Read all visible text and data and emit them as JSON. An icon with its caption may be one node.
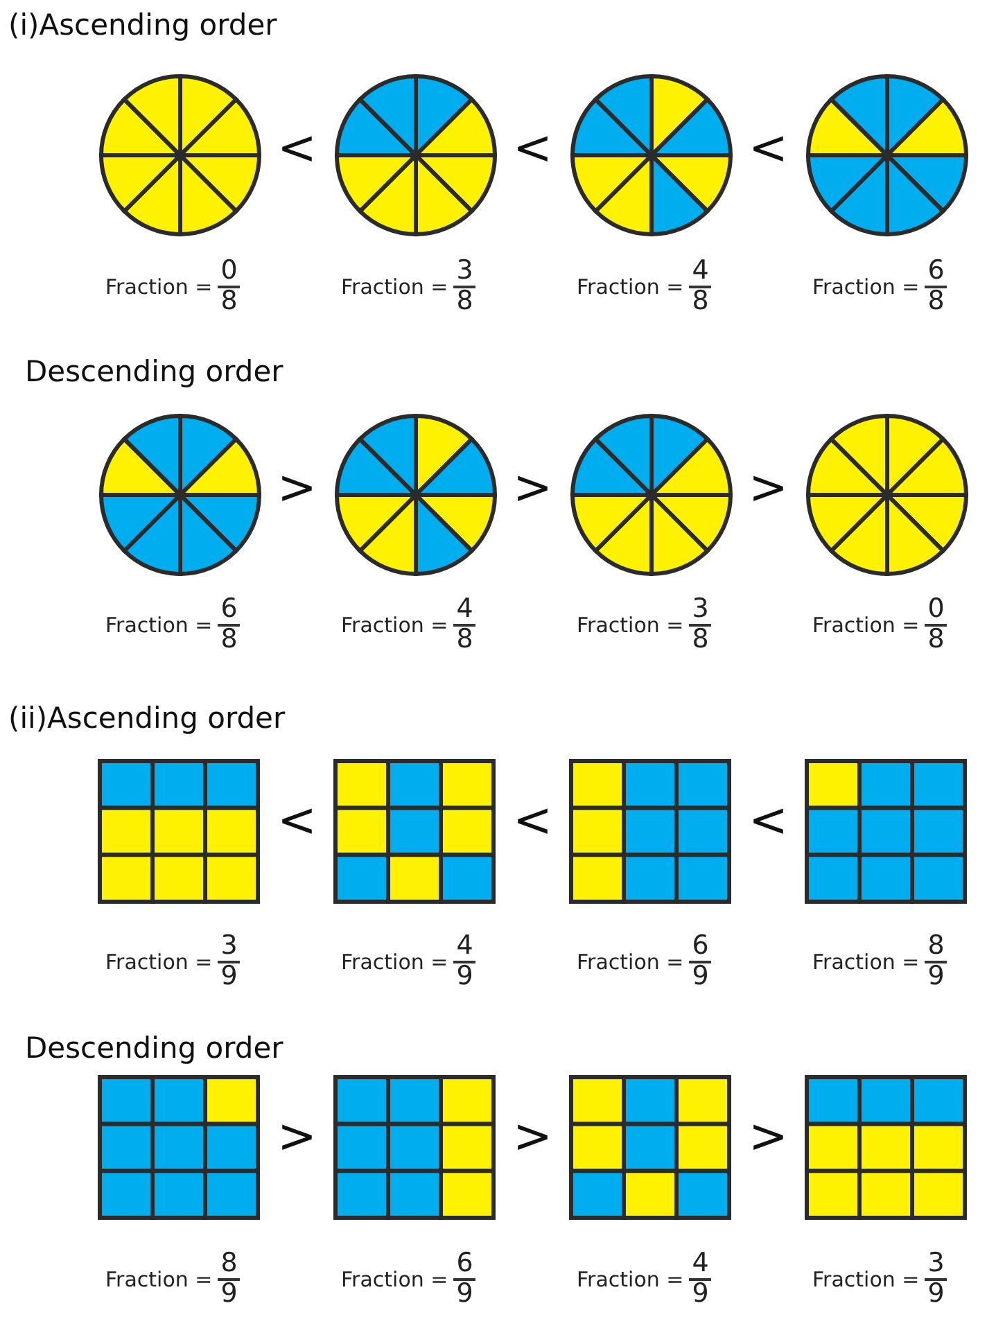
{
  "diagram": {
    "nodes": [
      {
        "text": [],
        "shape": "circle",
        "beside": [
          "Fraction =",
          "0",
          "8"
        ]
      },
      {
        "text": [],
        "shape": "circle",
        "beside": [
          "Fraction =",
          "3",
          "8"
        ]
      },
      {
        "text": [],
        "shape": "circle",
        "beside": [
          "Fraction =",
          "4",
          "8"
        ]
      },
      {
        "text": [],
        "shape": "circle",
        "beside": [
          "Fraction =",
          "6",
          "8"
        ]
      },
      {
        "text": [],
        "shape": "circle",
        "beside": [
          "Fraction =",
          "6",
          "8"
        ]
      },
      {
        "text": [],
        "shape": "circle",
        "beside": [
          "Fraction =",
          "4",
          "8"
        ]
      },
      {
        "text": [],
        "shape": "circle",
        "beside": [
          "Fraction =",
          "3",
          "8"
        ]
      },
      {
        "text": [],
        "shape": "circle",
        "beside": [
          "Fraction =",
          "0",
          "8"
        ]
      },
      {
        "text": [],
        "shape": "box",
        "beside": [
          "Fraction =",
          "3",
          "9"
        ]
      },
      {
        "text": [],
        "shape": "box",
        "beside": [
          "Fraction =",
          "4",
          "9"
        ]
      },
      {
        "text": [],
        "shape": "box",
        "beside": [
          "Fraction =",
          "6",
          "9"
        ]
      },
      {
        "text": [],
        "shape": "box",
        "beside": [
          "Fraction =",
          "8",
          "9"
        ]
      },
      {
        "text": [],
        "shape": "box",
        "beside": [
          "Fraction =",
          "8",
          "9"
        ]
      },
      {
        "text": [],
        "shape": "box",
        "beside": [
          "Fraction =",
          "6",
          "9"
        ]
      },
      {
        "text": [],
        "shape": "box",
        "beside": [
          "Fraction =",
          "4",
          "9"
        ]
      },
      {
        "text": [],
        "shape": "box",
        "beside": [
          "Fraction =",
          "3",
          "9"
        ]
      }
    ],
    "labels": [
      "(i)Ascending order",
      "<",
      "<",
      "<",
      "Descending order",
      ">",
      ">",
      ">",
      "(ii)Ascending order",
      "<",
      "<",
      "<",
      "Descending order",
      ">",
      ">",
      ">"
    ]
  }
}
